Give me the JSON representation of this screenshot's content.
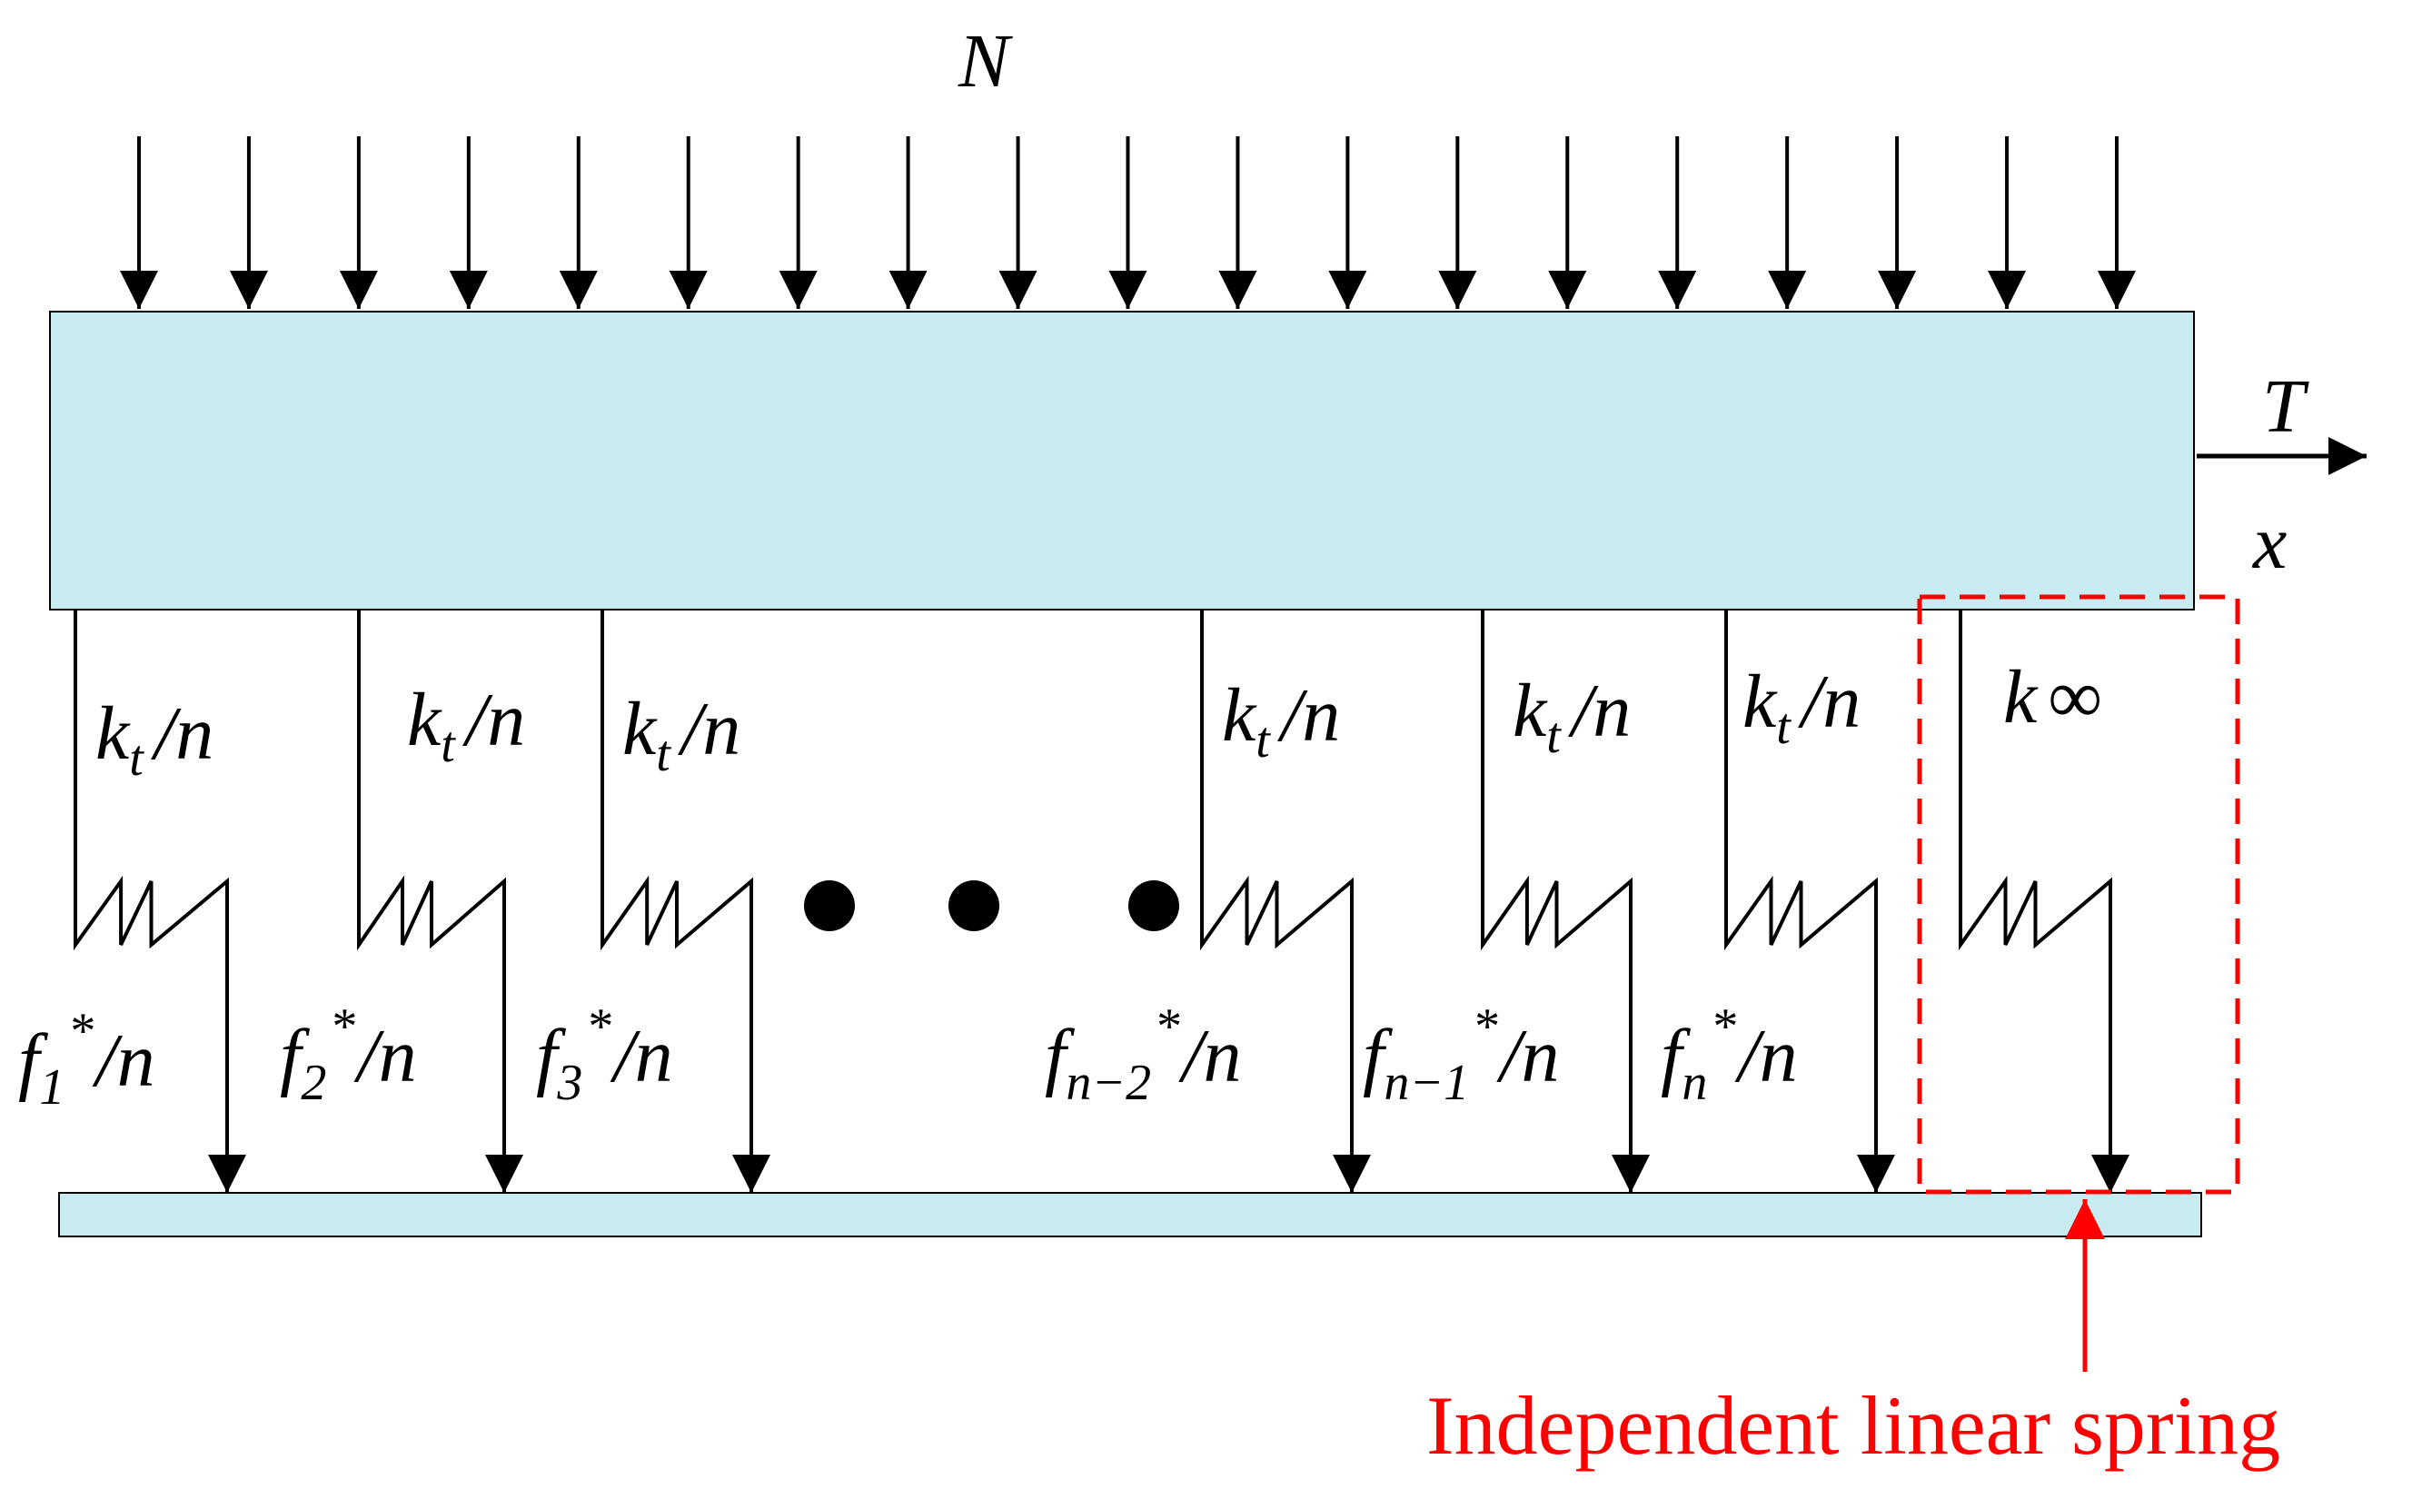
{
  "colors": {
    "block": "#c7ebf0",
    "line": "#000000",
    "annotation": "#ff0000"
  },
  "labels": {
    "normal_force": "N",
    "tangential_force": "T",
    "x_axis": "x",
    "k_symbol": "k",
    "k_subscript": "t",
    "per_n": "/n",
    "f_symbol": "f",
    "star": "*",
    "k_inf_subscript": "∞",
    "independent_spring": "Independent linear spring"
  },
  "springs": [
    {
      "f_index": "1"
    },
    {
      "f_index": "2"
    },
    {
      "f_index": "3"
    },
    {
      "f_index": "n−2"
    },
    {
      "f_index": "n−1"
    },
    {
      "f_index": "n"
    }
  ],
  "arrow_count": 19
}
